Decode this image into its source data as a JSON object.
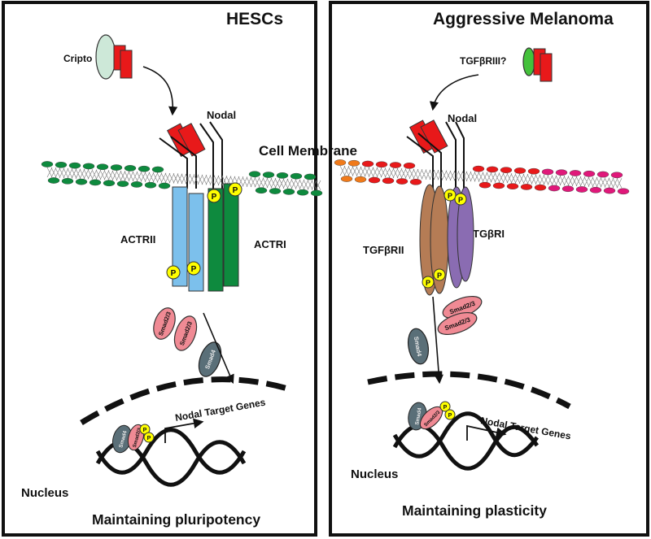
{
  "left_panel": {
    "title": "HESCs",
    "coreceptor": "Cripto",
    "ligand": "Nodal",
    "receptor_type2": "ACTRII",
    "receptor_type1": "ACTRI",
    "phospho": "P",
    "smad_top": "Smad2/3",
    "smad_mid": "Smad2/3",
    "smad4": "Smad4",
    "target_genes": "Nodal Target Genes",
    "dna_smad4": "Smad4",
    "dna_smad23": "Smad2/3",
    "nucleus": "Nucleus",
    "caption": "Maintaining pluripotency"
  },
  "right_panel": {
    "title": "Aggressive Melanoma",
    "coreceptor": "TGFβRIII?",
    "ligand": "Nodal",
    "receptor_type2": "TGFβRII",
    "receptor_type1": "TGβRI",
    "phospho": "P",
    "smad_top": "Smad2/3",
    "smad_bottom": "Smad2/3",
    "smad4": "Smad4",
    "target_genes": "Nodal Target Genes",
    "dna_smad4": "Smad4",
    "dna_smad23": "Smad2/3",
    "nucleus": "Nucleus",
    "caption": "Maintaining plasticity"
  },
  "membrane_label": "Cell Membrane",
  "colors": {
    "ligand_red": "#e8191a",
    "cripto": "#cde8d8",
    "tgfbr3": "#44c13b",
    "actrii": "#7cc0ec",
    "actri": "#0e8a3e",
    "tgfbrii": "#b57c55",
    "tgbri": "#8a6cb2",
    "phospho": "#ffff00",
    "smad23": "#f08a94",
    "smad4": "#5a6f78",
    "lipid_green": "#0e8a3e",
    "lipid_red": "#e8191a",
    "lipid_orange": "#f07a1a",
    "lipid_magenta": "#e0187a"
  }
}
